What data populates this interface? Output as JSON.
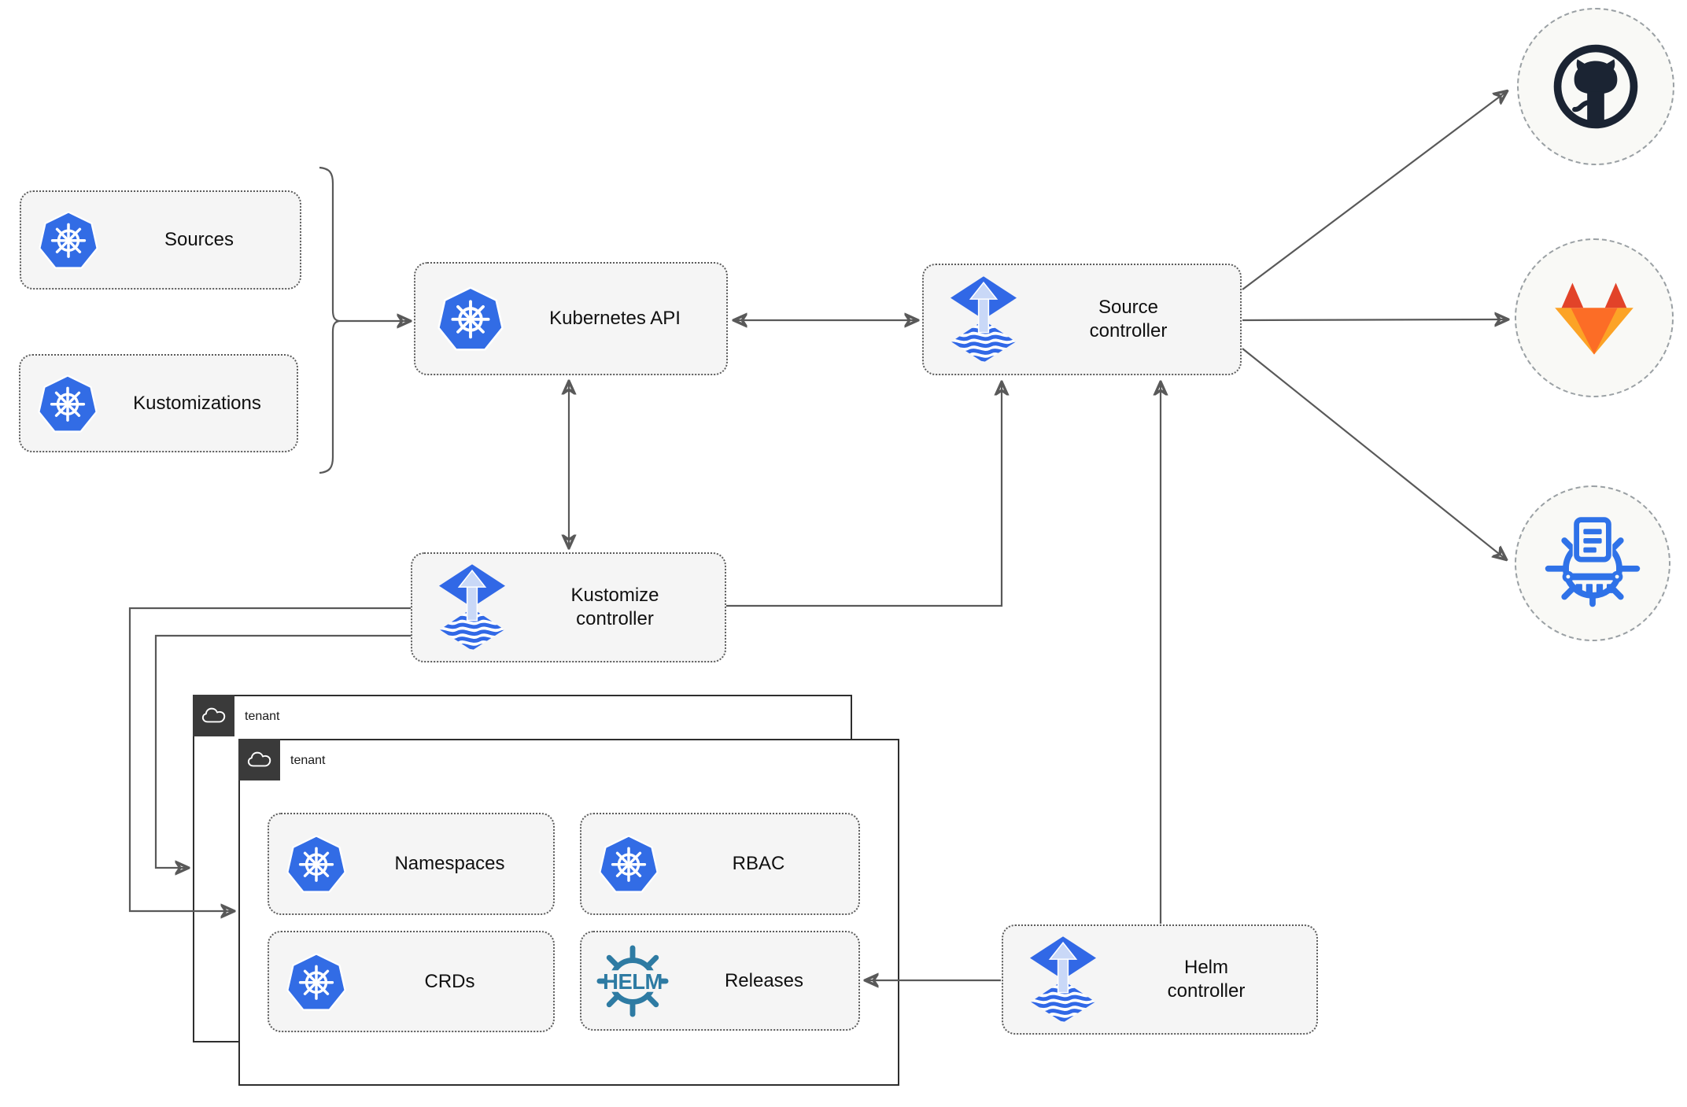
{
  "nodes": {
    "sources": {
      "label": "Sources",
      "icon": "kubernetes-icon"
    },
    "kustomizations": {
      "label": "Kustomizations",
      "icon": "kubernetes-icon"
    },
    "kubernetes_api": {
      "label": "Kubernetes API",
      "icon": "kubernetes-icon"
    },
    "source_controller": {
      "lines": [
        "Source",
        "controller"
      ],
      "icon": "flux-icon"
    },
    "kustomize_controller": {
      "lines": [
        "Kustomize",
        "controller"
      ],
      "icon": "flux-icon"
    },
    "helm_controller": {
      "lines": [
        "Helm",
        "controller"
      ],
      "icon": "flux-icon"
    },
    "namespaces": {
      "label": "Namespaces",
      "icon": "kubernetes-icon"
    },
    "rbac": {
      "label": "RBAC",
      "icon": "kubernetes-icon"
    },
    "crds": {
      "label": "CRDs",
      "icon": "kubernetes-icon"
    },
    "releases": {
      "label": "Releases",
      "icon": "helm-icon"
    }
  },
  "tenants": {
    "back": {
      "label": "tenant",
      "icon": "cloud-icon"
    },
    "front": {
      "label": "tenant",
      "icon": "cloud-icon"
    }
  },
  "endpoints": {
    "github": {
      "icon": "github-icon"
    },
    "gitlab": {
      "icon": "gitlab-icon"
    },
    "registry": {
      "icon": "container-registry-icon"
    }
  },
  "helm_logo": {
    "text": "HELM"
  },
  "colors": {
    "kubernetes_blue": "#326CE5",
    "flux_blue": "#3168E6",
    "flux_arrow_light": "#C9D8F7",
    "helm_steel_blue": "#2E7BA3",
    "github_dark": "#1B2433",
    "gitlab_red": "#E24329",
    "gitlab_orange": "#FC6D26",
    "gitlab_amber": "#FCA326",
    "registry_blue": "#2F72E8",
    "connector_gray": "#595959",
    "node_fill": "#F5F5F5",
    "tenant_tag_dark": "#3A3A3A"
  }
}
